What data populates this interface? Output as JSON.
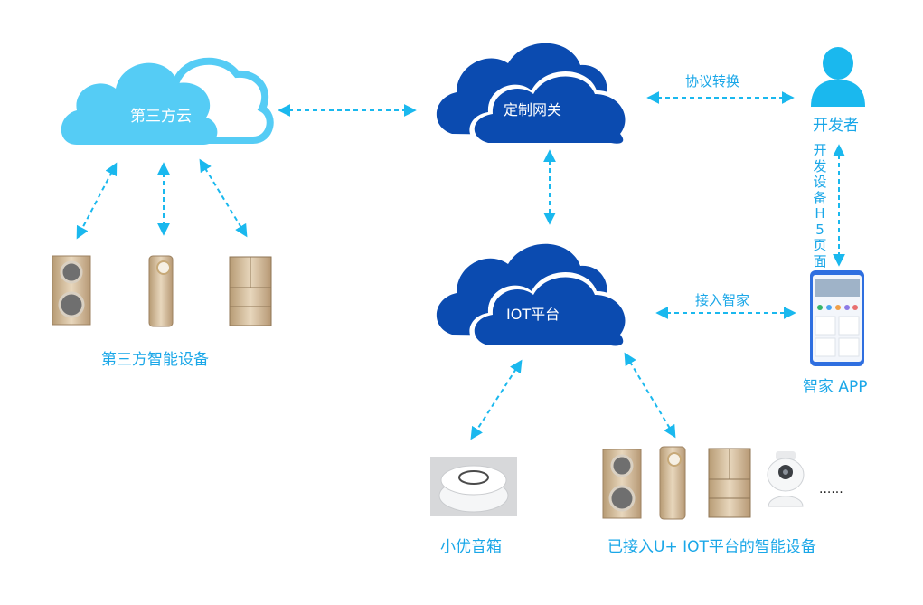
{
  "nodes": {
    "third_party_cloud": "第三方云",
    "custom_gateway": "定制网关",
    "iot_platform": "IOT平台",
    "developer": "开发者",
    "zhijia_app": "智家 APP",
    "xiaoyou_speaker": "小优音箱"
  },
  "groups": {
    "third_party_devices": "第三方智能设备",
    "connected_devices": "已接入U+ IOT平台的智能设备",
    "more": "......"
  },
  "edges": {
    "protocol_conversion": "协议转换",
    "dev_h5_page": "开发设备H5页面",
    "connect_zhijia": "接入智家"
  },
  "colors": {
    "light_cloud": "#55ccf5",
    "dark_cloud": "#0b4bb0",
    "arrow": "#1ab8ee",
    "label": "#1aa7e8"
  }
}
